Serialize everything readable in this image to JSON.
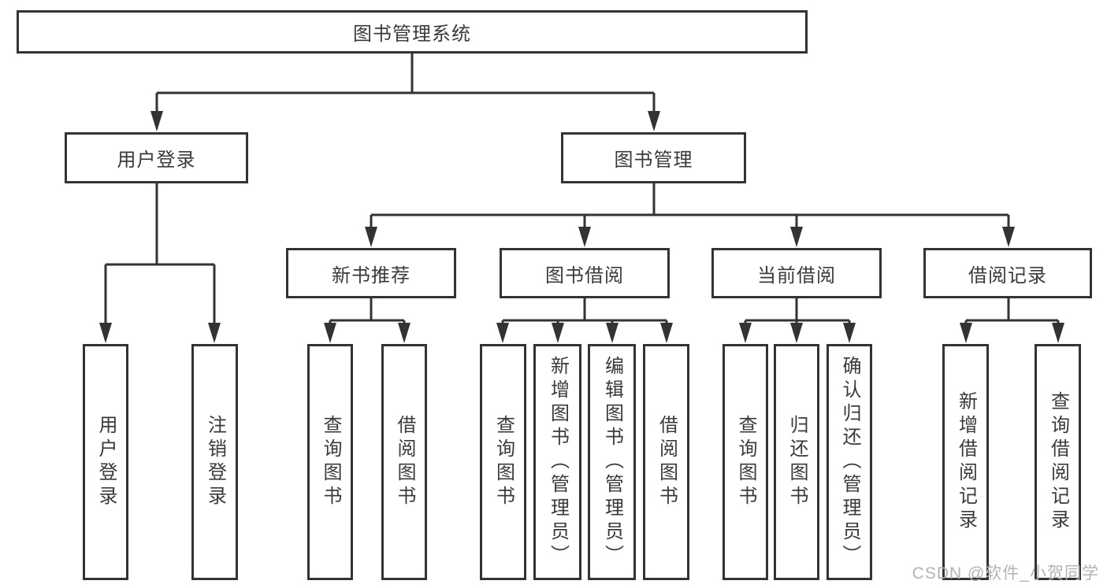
{
  "style": {
    "line_color": "#333333",
    "box_border_color": "#333333",
    "box_fill": "#ffffff",
    "text_color": "#3a3a3a",
    "watermark_color": "#b3b3b3"
  },
  "nodes": {
    "root": "图书管理系统",
    "level2": {
      "user_login": "用户登录",
      "book_management": "图书管理"
    },
    "level3": {
      "new_book_recommend": "新书推荐",
      "book_borrowing": "图书借阅",
      "current_borrowing": "当前借阅",
      "borrowing_records": "借阅记录"
    },
    "leaves": {
      "under_user_login": {
        "login": "用户登录",
        "logout": "注销登录"
      },
      "under_new_book_recommend": {
        "query_books": "查询图书",
        "borrow_books": "借阅图书"
      },
      "under_book_borrowing": {
        "query_books": "查询图书",
        "add_books_admin": "新增图书（管理员）",
        "edit_books_admin": "编辑图书（管理员）",
        "borrow_books": "借阅图书"
      },
      "under_current_borrowing": {
        "query_books": "查询图书",
        "return_books": "归还图书",
        "confirm_return_admin": "确认归还（管理员）"
      },
      "under_borrowing_records": {
        "add_borrow_record": "新增借阅记录",
        "query_borrow_record": "查询借阅记录"
      }
    }
  },
  "watermark": {
    "text": "CSDN @软件_小贺同学"
  }
}
